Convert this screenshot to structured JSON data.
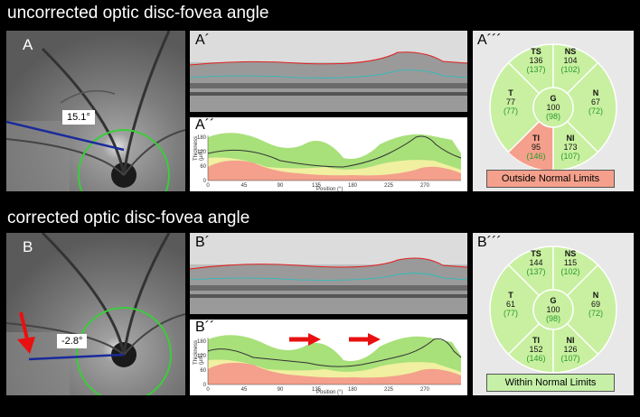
{
  "sections": [
    {
      "heading": "uncorrected optic disc-fovea angle",
      "fundus_label": "A",
      "angle": "15.1°",
      "bscan_label": "A´",
      "plot_label": "A´´",
      "circle_label": "A´´´",
      "sectors": {
        "TS": {
          "name": "TS",
          "value": "136",
          "ref": "(137)"
        },
        "NS": {
          "name": "NS",
          "value": "104",
          "ref": "(102)"
        },
        "T": {
          "name": "T",
          "value": "77",
          "ref": "(77)"
        },
        "G": {
          "name": "G",
          "value": "100",
          "ref": "(98)"
        },
        "N": {
          "name": "N",
          "value": "67",
          "ref": "(72)"
        },
        "TI": {
          "name": "TI",
          "value": "95",
          "ref": "(146)"
        },
        "NI": {
          "name": "NI",
          "value": "173",
          "ref": "(107)"
        }
      },
      "status": "Outside Normal Limits",
      "status_color": "#f4a08c"
    },
    {
      "heading": "corrected optic disc-fovea angle",
      "fundus_label": "B",
      "angle": "-2.8°",
      "bscan_label": "B´",
      "plot_label": "B´´",
      "circle_label": "B´´´",
      "sectors": {
        "TS": {
          "name": "TS",
          "value": "144",
          "ref": "(137)"
        },
        "NS": {
          "name": "NS",
          "value": "115",
          "ref": "(102)"
        },
        "T": {
          "name": "T",
          "value": "61",
          "ref": "(77)"
        },
        "G": {
          "name": "G",
          "value": "100",
          "ref": "(98)"
        },
        "N": {
          "name": "N",
          "value": "69",
          "ref": "(72)"
        },
        "TI": {
          "name": "TI",
          "value": "152",
          "ref": "(146)"
        },
        "NI": {
          "name": "NI",
          "value": "126",
          "ref": "(107)"
        }
      },
      "status": "Within Normal Limits",
      "status_color": "#c6f0a8"
    }
  ],
  "plot": {
    "ylabel": "Thickness",
    "yunit": "(µm)",
    "xlabel": "Position (°)",
    "yticks": [
      "180",
      "120",
      "60",
      "0"
    ],
    "xticks": [
      "0",
      "45",
      "90",
      "135",
      "180",
      "225",
      "270"
    ]
  },
  "colors": {
    "green_band": "#a8e07a",
    "yellow_band": "#f0f0a0",
    "red_band": "#f4a08c",
    "circle_green": "#c8f0a0",
    "circle_red": "#f4a08c",
    "fundus_circle": "#3ccc3c",
    "angle_line": "#1a2a9a",
    "arrow": "#e81010"
  }
}
